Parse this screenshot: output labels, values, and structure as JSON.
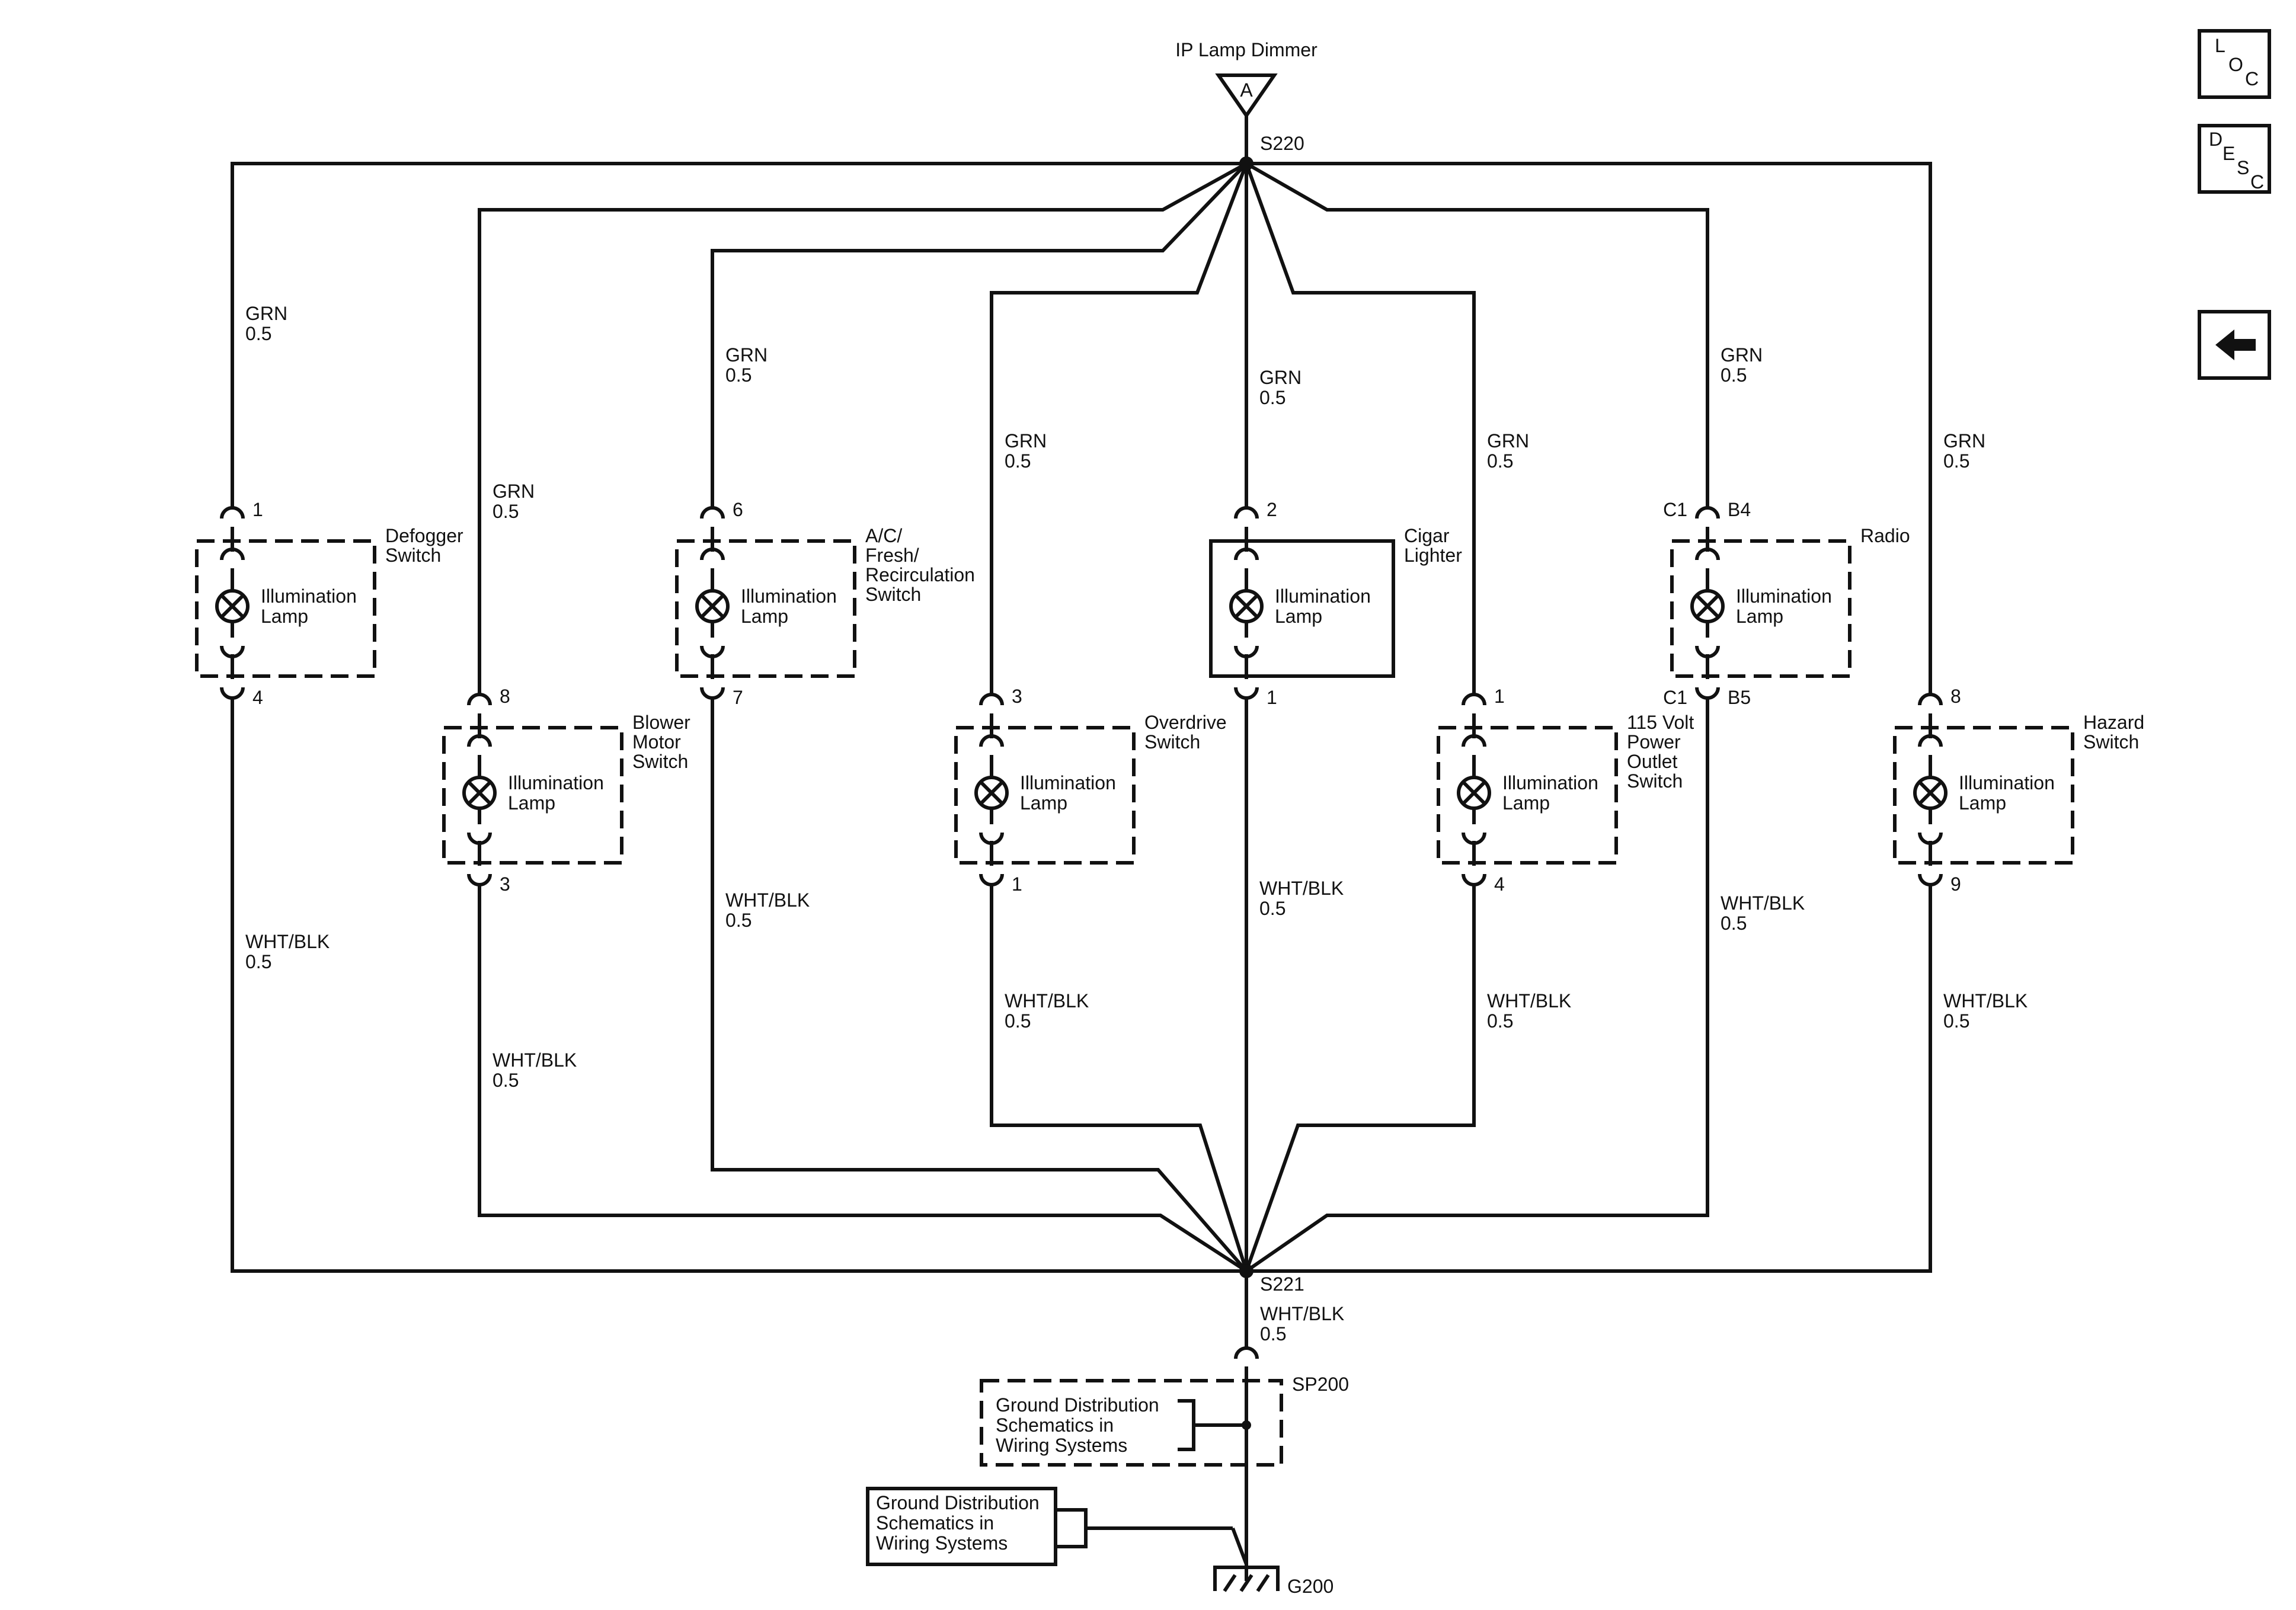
{
  "source": {
    "title": "IP Lamp Dimmer",
    "connector": "A"
  },
  "splices": {
    "top": "S220",
    "bottom": "S221",
    "sp": "SP200"
  },
  "ground": {
    "label": "G200"
  },
  "wire": {
    "grn": "GRN",
    "wb": "WHT/BLK",
    "gauge": "0.5"
  },
  "lamp": {
    "line1": "Illumination",
    "line2": "Lamp"
  },
  "components": [
    {
      "name": [
        "Defogger",
        "Switch"
      ],
      "pin_top": "1",
      "pin_bottom": "4"
    },
    {
      "name": [
        "Blower",
        "Motor",
        "Switch"
      ],
      "pin_top": "8",
      "pin_bottom": "3"
    },
    {
      "name": [
        "A/C/",
        "Fresh/",
        "Recirculation",
        "Switch"
      ],
      "pin_top": "6",
      "pin_bottom": "7"
    },
    {
      "name": [
        "Overdrive",
        "Switch"
      ],
      "pin_top": "3",
      "pin_bottom": "1"
    },
    {
      "name": [
        "Cigar",
        "Lighter"
      ],
      "pin_top": "2",
      "pin_bottom": "1"
    },
    {
      "name": [
        "115 Volt",
        "Power",
        "Outlet",
        "Switch"
      ],
      "pin_top": "1",
      "pin_bottom": "4"
    },
    {
      "name": [
        "Radio"
      ],
      "pin_top": "B4",
      "pin_bottom": "B5",
      "conn_top": "C1",
      "conn_bottom": "C1"
    },
    {
      "name": [
        "Hazard",
        "Switch"
      ],
      "pin_top": "8",
      "pin_bottom": "9"
    }
  ],
  "ground_ref": {
    "lines": [
      "Ground Distribution",
      "Schematics in",
      "Wiring Systems"
    ]
  },
  "nav": {
    "loc": [
      "L",
      "O",
      "C"
    ],
    "desc": [
      "D",
      "E",
      "S",
      "C"
    ],
    "back_icon": "left-arrow-icon"
  }
}
